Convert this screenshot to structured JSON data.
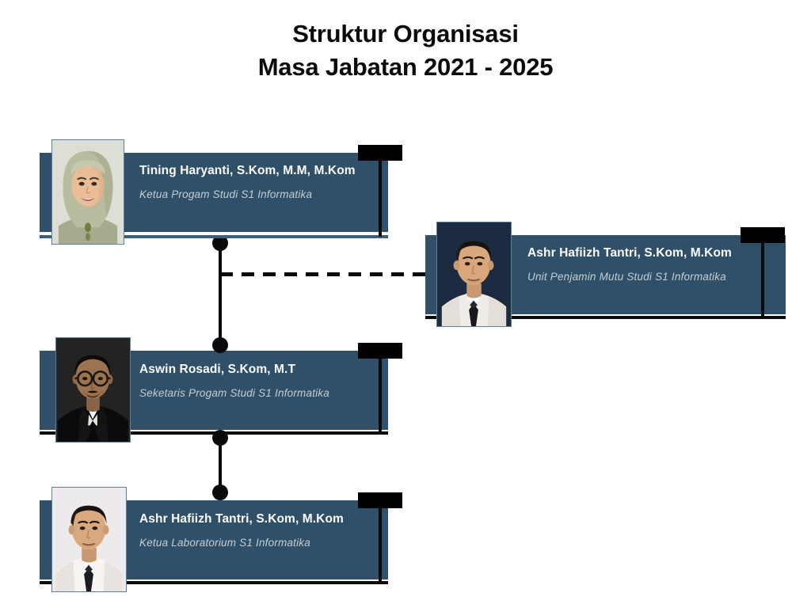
{
  "title": {
    "line1": "Struktur Organisasi",
    "line2": "Masa Jabatan 2021 - 2025"
  },
  "colors": {
    "card_panel": "#2f5068",
    "card_underline": "#3a5e78",
    "accent_black": "#0a0a0a",
    "name_text": "#ffffff",
    "role_text": "#c3ced6",
    "photo_border": "#5d7f99",
    "background": "#ffffff"
  },
  "members": [
    {
      "id": "ketua-program-studi",
      "name": "Tining Haryanti, S.Kom, M.M, M.Kom",
      "role": "Ketua Progam Studi S1 Informatika",
      "photo": "portrait-woman-green-hijab"
    },
    {
      "id": "unit-penjamin-mutu",
      "name": "Ashr Hafiizh Tantri, S.Kom, M.Kom",
      "role": "Unit Penjamin Mutu Studi S1 Informatika",
      "photo": "portrait-man-white-shirt-dark-bg"
    },
    {
      "id": "sekretaris-program-studi",
      "name": "Aswin Rosadi, S.Kom, M.T",
      "role": "Seketaris Progam Studi S1 Informatika",
      "photo": "portrait-man-glasses-black-suit"
    },
    {
      "id": "ketua-laboratorium",
      "name": "Ashr Hafiizh Tantri, S.Kom, M.Kom",
      "role": "Ketua Laboratorium S1 Informatika",
      "photo": "portrait-man-white-shirt-light-bg"
    }
  ],
  "connectors": [
    {
      "id": "ketua-to-sekretaris",
      "style": "solid",
      "orientation": "vertical",
      "endpoints": "dots"
    },
    {
      "id": "ketua-to-penjamin-mutu",
      "style": "dashed",
      "orientation": "horizontal",
      "endpoints": "none"
    },
    {
      "id": "sekretaris-to-laboratorium",
      "style": "solid",
      "orientation": "vertical",
      "endpoints": "dots"
    }
  ]
}
